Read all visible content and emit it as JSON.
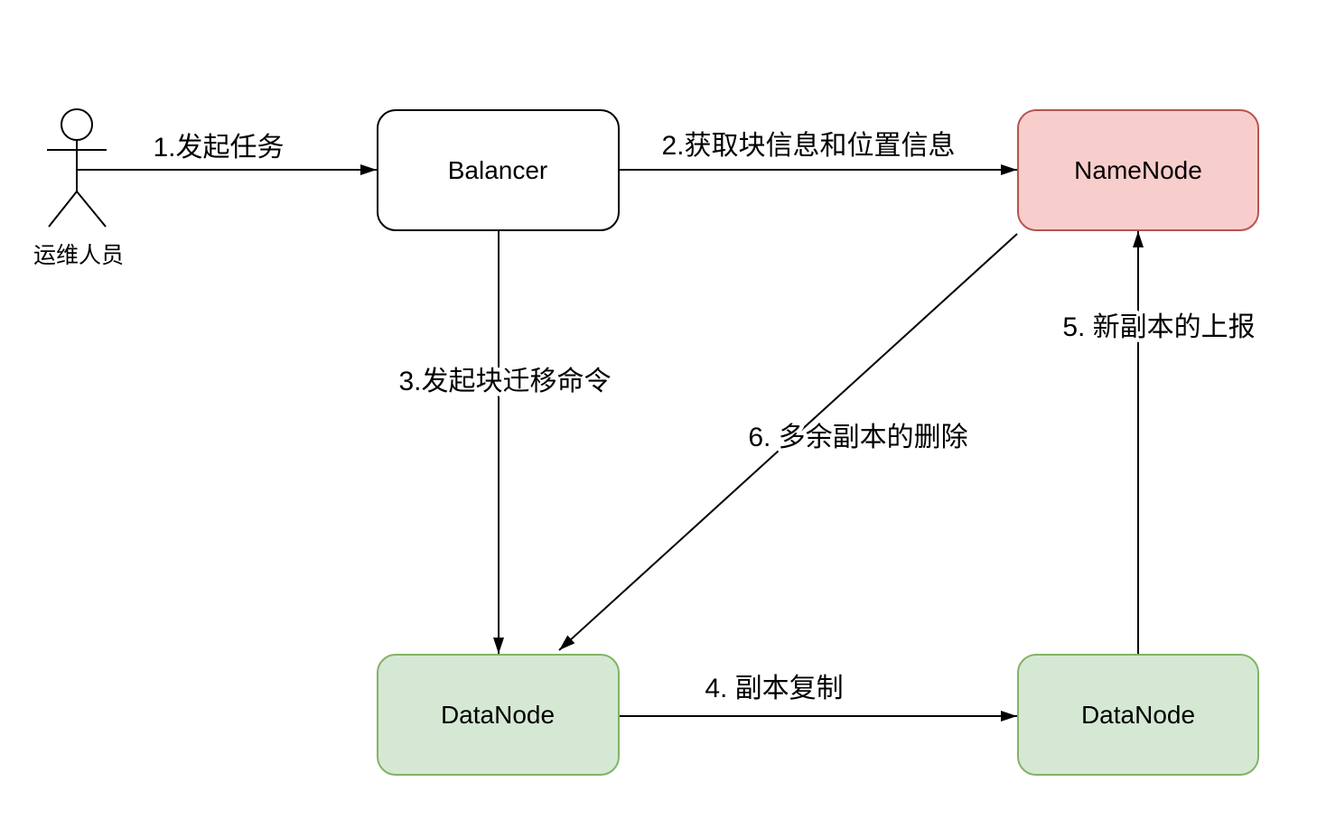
{
  "canvas": {
    "background": "#ffffff",
    "line_color": "#000000"
  },
  "actor": {
    "label": "运维人员"
  },
  "nodes": {
    "balancer": {
      "label": "Balancer",
      "fill": "#ffffff",
      "stroke": "#000000"
    },
    "namenode": {
      "label": "NameNode",
      "fill": "#f8cecc",
      "stroke": "#b85450"
    },
    "datanode_left": {
      "label": "DataNode",
      "fill": "#d5e8d4",
      "stroke": "#82b366"
    },
    "datanode_right": {
      "label": "DataNode",
      "fill": "#d5e8d4",
      "stroke": "#82b366"
    }
  },
  "edges": {
    "e1": {
      "label": "1.发起任务",
      "from": "运维人员",
      "to": "Balancer"
    },
    "e2": {
      "label": "2.获取块信息和位置信息",
      "from": "Balancer",
      "to": "NameNode"
    },
    "e3": {
      "label": "3.发起块迁移命令",
      "from": "Balancer",
      "to": "DataNode"
    },
    "e4": {
      "label": "4. 副本复制",
      "from": "DataNode",
      "to": "DataNode"
    },
    "e5": {
      "label": "5. 新副本的上报",
      "from": "DataNode",
      "to": "NameNode"
    },
    "e6": {
      "label": "6. 多余副本的删除",
      "from": "NameNode",
      "to": "DataNode"
    }
  }
}
